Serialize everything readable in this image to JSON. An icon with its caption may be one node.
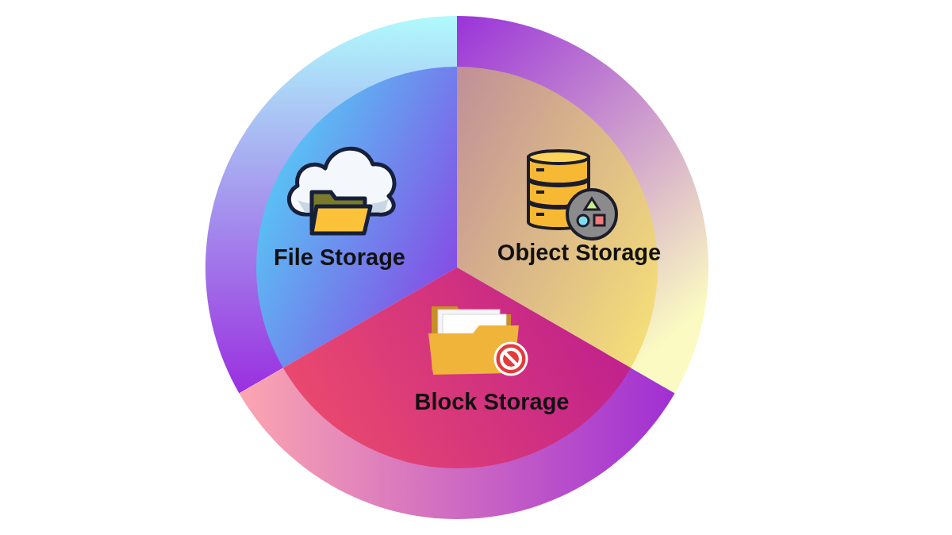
{
  "diagram": {
    "nodes": [
      {
        "text": [
          "File Storage"
        ]
      },
      {
        "text": [
          "Object Storage"
        ]
      },
      {
        "text": [
          "Block Storage"
        ]
      }
    ]
  }
}
